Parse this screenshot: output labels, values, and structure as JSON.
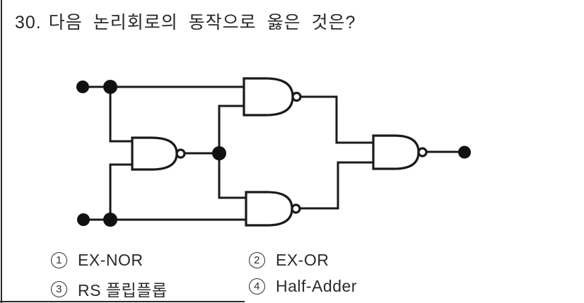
{
  "page": {
    "background": "#ffffff",
    "ink": "#222222"
  },
  "question": {
    "number": "30.",
    "text": "다음 논리회로의 동작으로 옳은 것은?"
  },
  "circuit": {
    "type": "logic-diagram",
    "gate_types": [
      "NAND",
      "NAND",
      "NAND",
      "NAND"
    ],
    "input_count": 2,
    "output_count": 1,
    "description": "Two inputs feed a NAND gate; its output is combined with each original input in two more NAND gates whose outputs feed a final NAND gate (XOR built from four NANDs)."
  },
  "options": [
    {
      "number": "1",
      "label": "EX-NOR"
    },
    {
      "number": "2",
      "label": "EX-OR"
    },
    {
      "number": "3",
      "label": "RS 플립플롭"
    },
    {
      "number": "4",
      "label": "Half-Adder"
    }
  ]
}
